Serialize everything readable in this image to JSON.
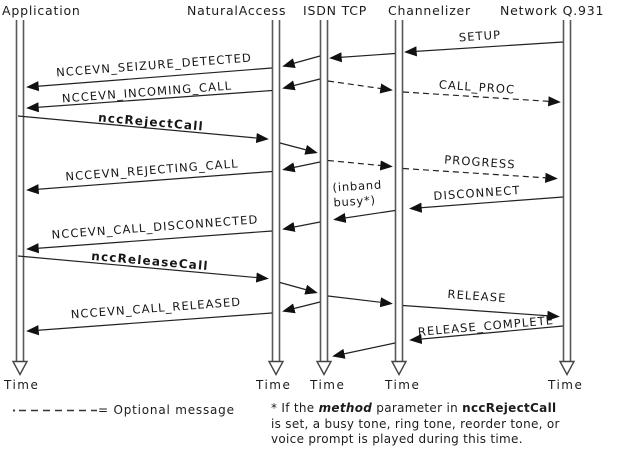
{
  "diagram": {
    "type": "sequence-diagram",
    "participants": [
      {
        "label": "Application"
      },
      {
        "label": "NaturalAccess"
      },
      {
        "label": "ISDN TCP"
      },
      {
        "label": "Channelizer"
      },
      {
        "label": "Network Q.931"
      }
    ],
    "messages": [
      {
        "label": "SETUP",
        "from": "Network Q.931",
        "to": "ISDN TCP",
        "optional": false,
        "bold": false
      },
      {
        "label": "NCCEVN_SEIZURE_DETECTED",
        "from": "NaturalAccess",
        "to": "Application",
        "optional": false,
        "bold": false
      },
      {
        "label": "NCCEVN_INCOMING_CALL",
        "from": "NaturalAccess",
        "to": "Application",
        "optional": false,
        "bold": false
      },
      {
        "label": "CALL_PROC",
        "from": "ISDN TCP",
        "to": "Network Q.931",
        "optional": true,
        "bold": false
      },
      {
        "label": "nccRejectCall",
        "from": "Application",
        "to": "NaturalAccess",
        "optional": false,
        "bold": true
      },
      {
        "label": "NCCEVN_REJECTING_CALL",
        "from": "NaturalAccess",
        "to": "Application",
        "optional": false,
        "bold": false
      },
      {
        "label": "PROGRESS",
        "from": "ISDN TCP",
        "to": "Network Q.931",
        "optional": true,
        "bold": false
      },
      {
        "label": "DISCONNECT",
        "from": "Network Q.931",
        "to": "ISDN TCP",
        "optional": false,
        "bold": false
      },
      {
        "label": "NCCEVN_CALL_DISCONNECTED",
        "from": "NaturalAccess",
        "to": "Application",
        "optional": false,
        "bold": false
      },
      {
        "label": "nccReleaseCall",
        "from": "Application",
        "to": "NaturalAccess",
        "optional": false,
        "bold": true
      },
      {
        "label": "RELEASE",
        "from": "ISDN TCP",
        "to": "Network Q.931",
        "optional": false,
        "bold": false
      },
      {
        "label": "NCCEVN_CALL_RELEASED",
        "from": "NaturalAccess",
        "to": "Application",
        "optional": false,
        "bold": false
      },
      {
        "label": "RELEASE_COMPLETE",
        "from": "Network Q.931",
        "to": "ISDN TCP",
        "optional": false,
        "bold": false
      }
    ],
    "inband_note": {
      "line1": "(inband",
      "line2": "busy*)"
    },
    "time_label": "Time",
    "legend": {
      "optional_label": "= Optional message"
    },
    "footnote": {
      "line1_part1": "* If the ",
      "line1_method": "method",
      "line1_part2": " parameter in ",
      "line1_call": "nccRejectCall",
      "line2": "is set, a busy tone, ring tone, reorder tone, or",
      "line3": "voice prompt is played during this time."
    },
    "colors": {
      "line": "#222222",
      "lifeline": "#585858",
      "text": "#1a1a1a",
      "background": "#ffffff"
    }
  }
}
